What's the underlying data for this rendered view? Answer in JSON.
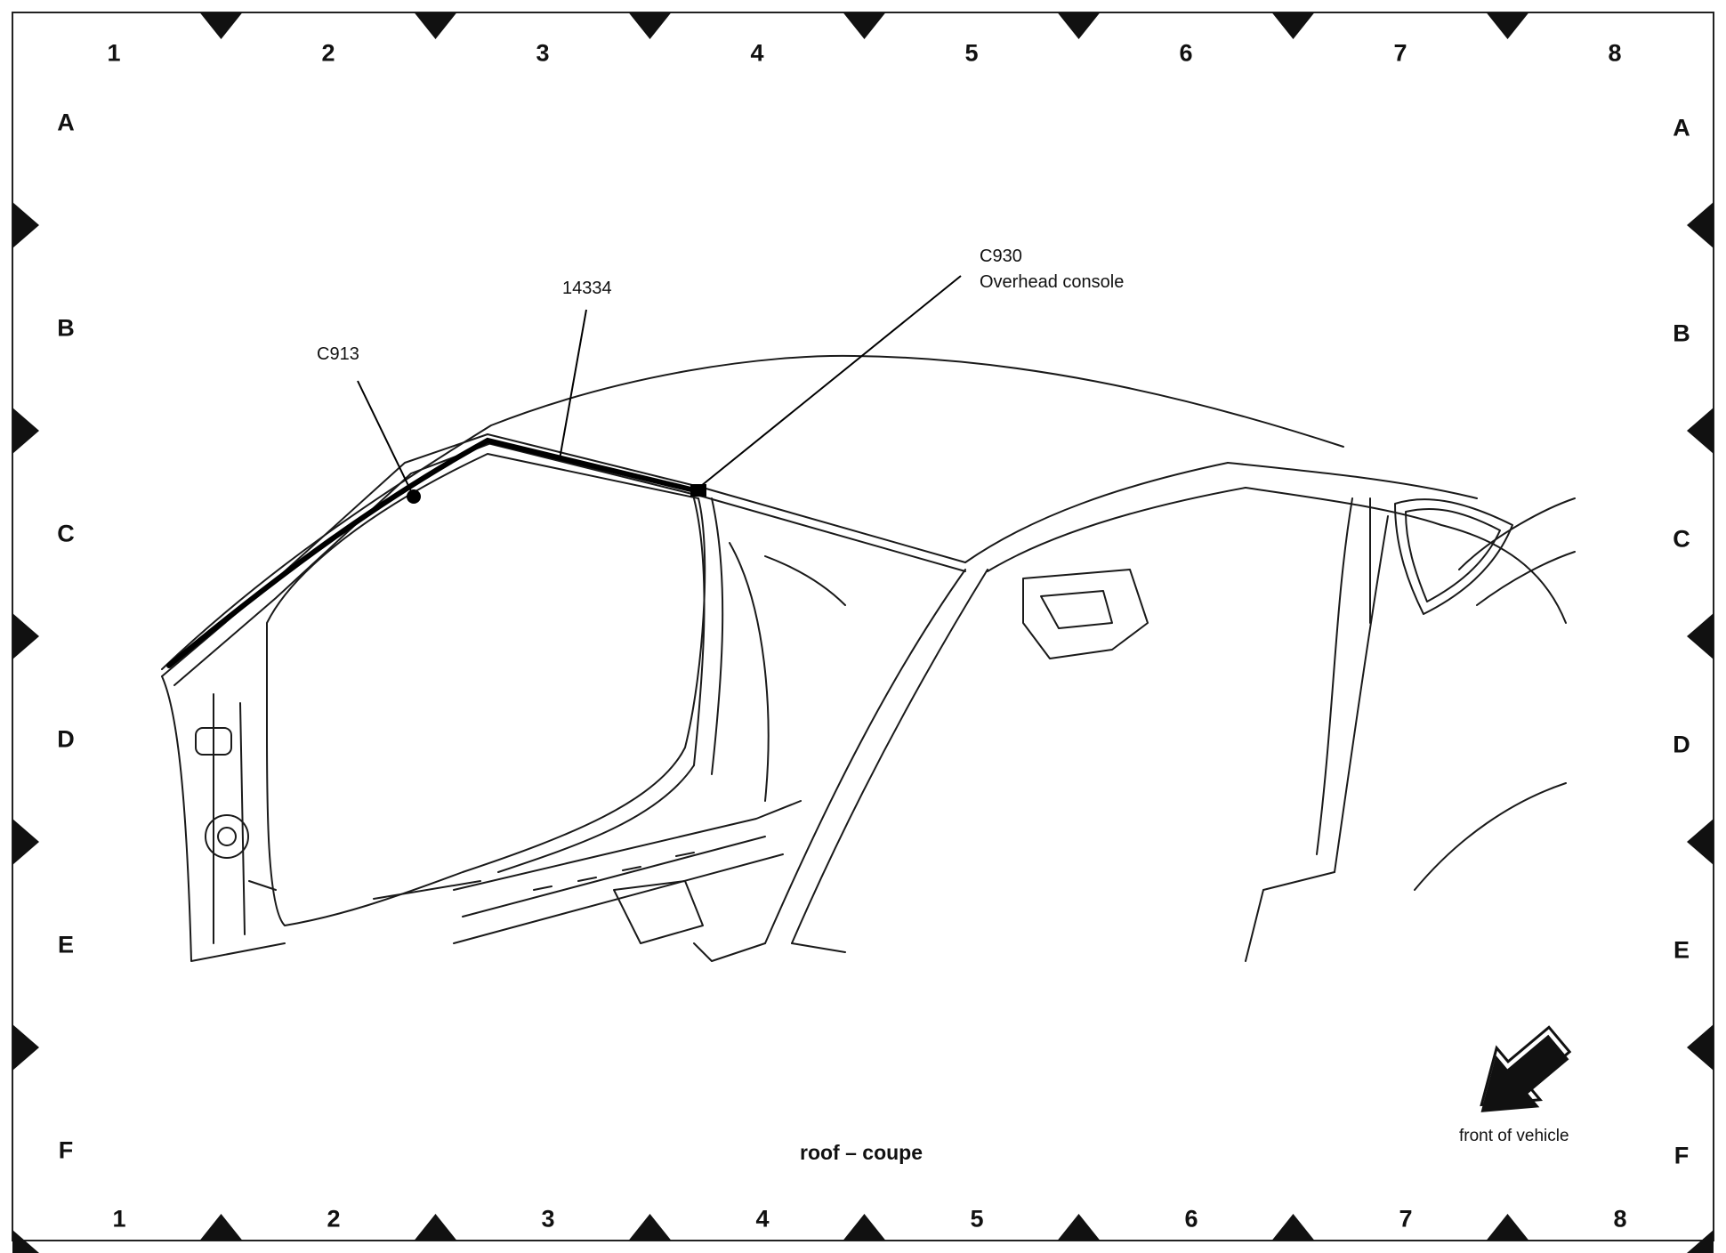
{
  "grid": {
    "columns": [
      "1",
      "2",
      "3",
      "4",
      "5",
      "6",
      "7",
      "8"
    ],
    "rows": [
      "A",
      "B",
      "C",
      "D",
      "E",
      "F"
    ]
  },
  "callouts": {
    "c913": "C913",
    "harness": "14334",
    "c930_id": "C930",
    "c930_desc": "Overhead console"
  },
  "caption": "roof – coupe",
  "orientation_label": "front of vehicle",
  "colors": {
    "ink": "#111111",
    "paper": "#ffffff"
  }
}
